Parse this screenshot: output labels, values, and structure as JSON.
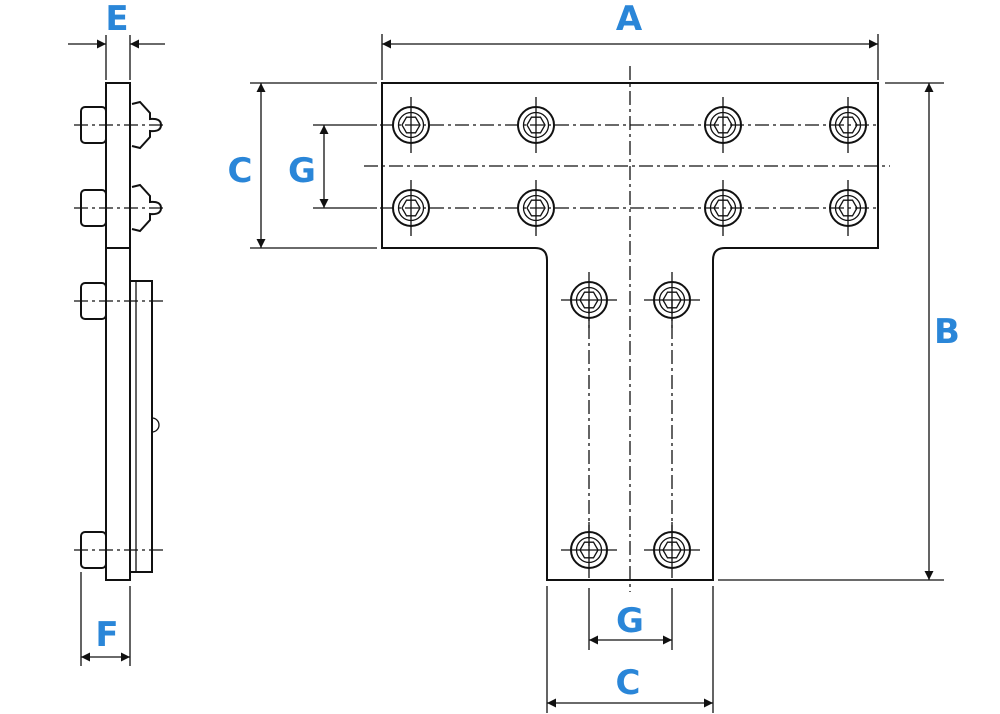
{
  "colors": {
    "line": "#111111",
    "dimension_label": "#2a86d8"
  },
  "dimensions": {
    "A": "A",
    "B": "B",
    "C": "C",
    "E": "E",
    "F": "F",
    "G": "G"
  }
}
